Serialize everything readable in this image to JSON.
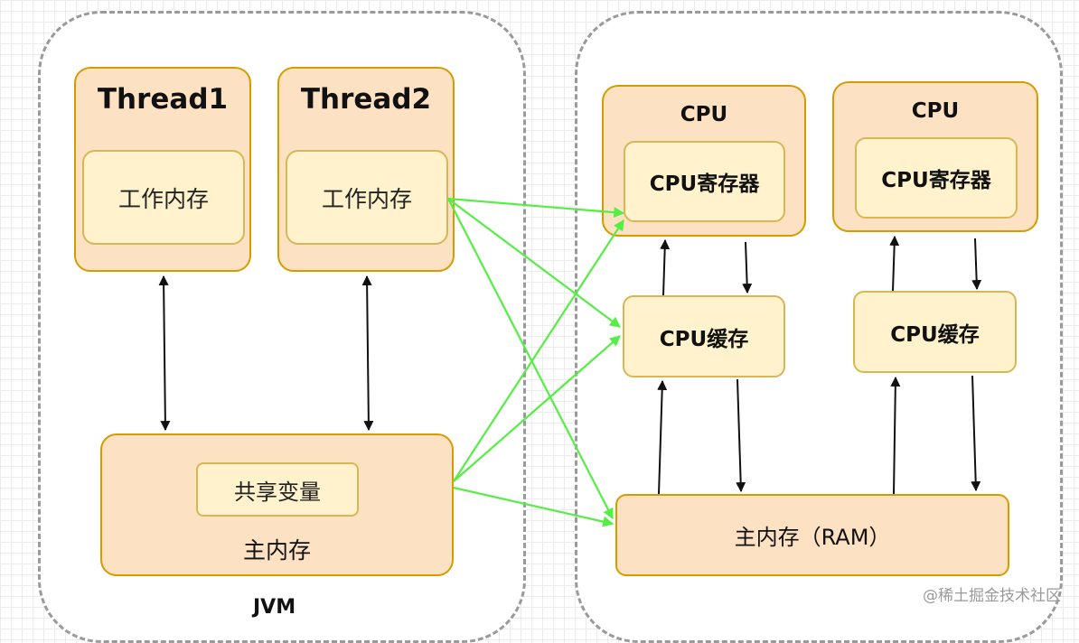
{
  "jvm": {
    "label": "JVM",
    "thread1": {
      "title": "Thread1",
      "work_mem": "工作内存"
    },
    "thread2": {
      "title": "Thread2",
      "work_mem": "工作内存"
    },
    "main_memory": {
      "shared_var": "共享变量",
      "label": "主内存"
    }
  },
  "hardware": {
    "cpu1": {
      "title": "CPU",
      "register": "CPU寄存器",
      "cache": "CPU缓存"
    },
    "cpu2": {
      "title": "CPU",
      "register": "CPU寄存器",
      "cache": "CPU缓存"
    },
    "ram": {
      "label": "主内存（RAM）"
    }
  },
  "watermark": "@稀土掘金技术社区",
  "colors": {
    "outer_fill": "#fde1c3",
    "outer_border": "#d79b00",
    "inner_fill": "#fff2cc",
    "inner_border": "#d6b656",
    "green_arrow": "#55ee44",
    "black_arrow": "#111111",
    "dashed_boundary": "#9a9a9a"
  }
}
